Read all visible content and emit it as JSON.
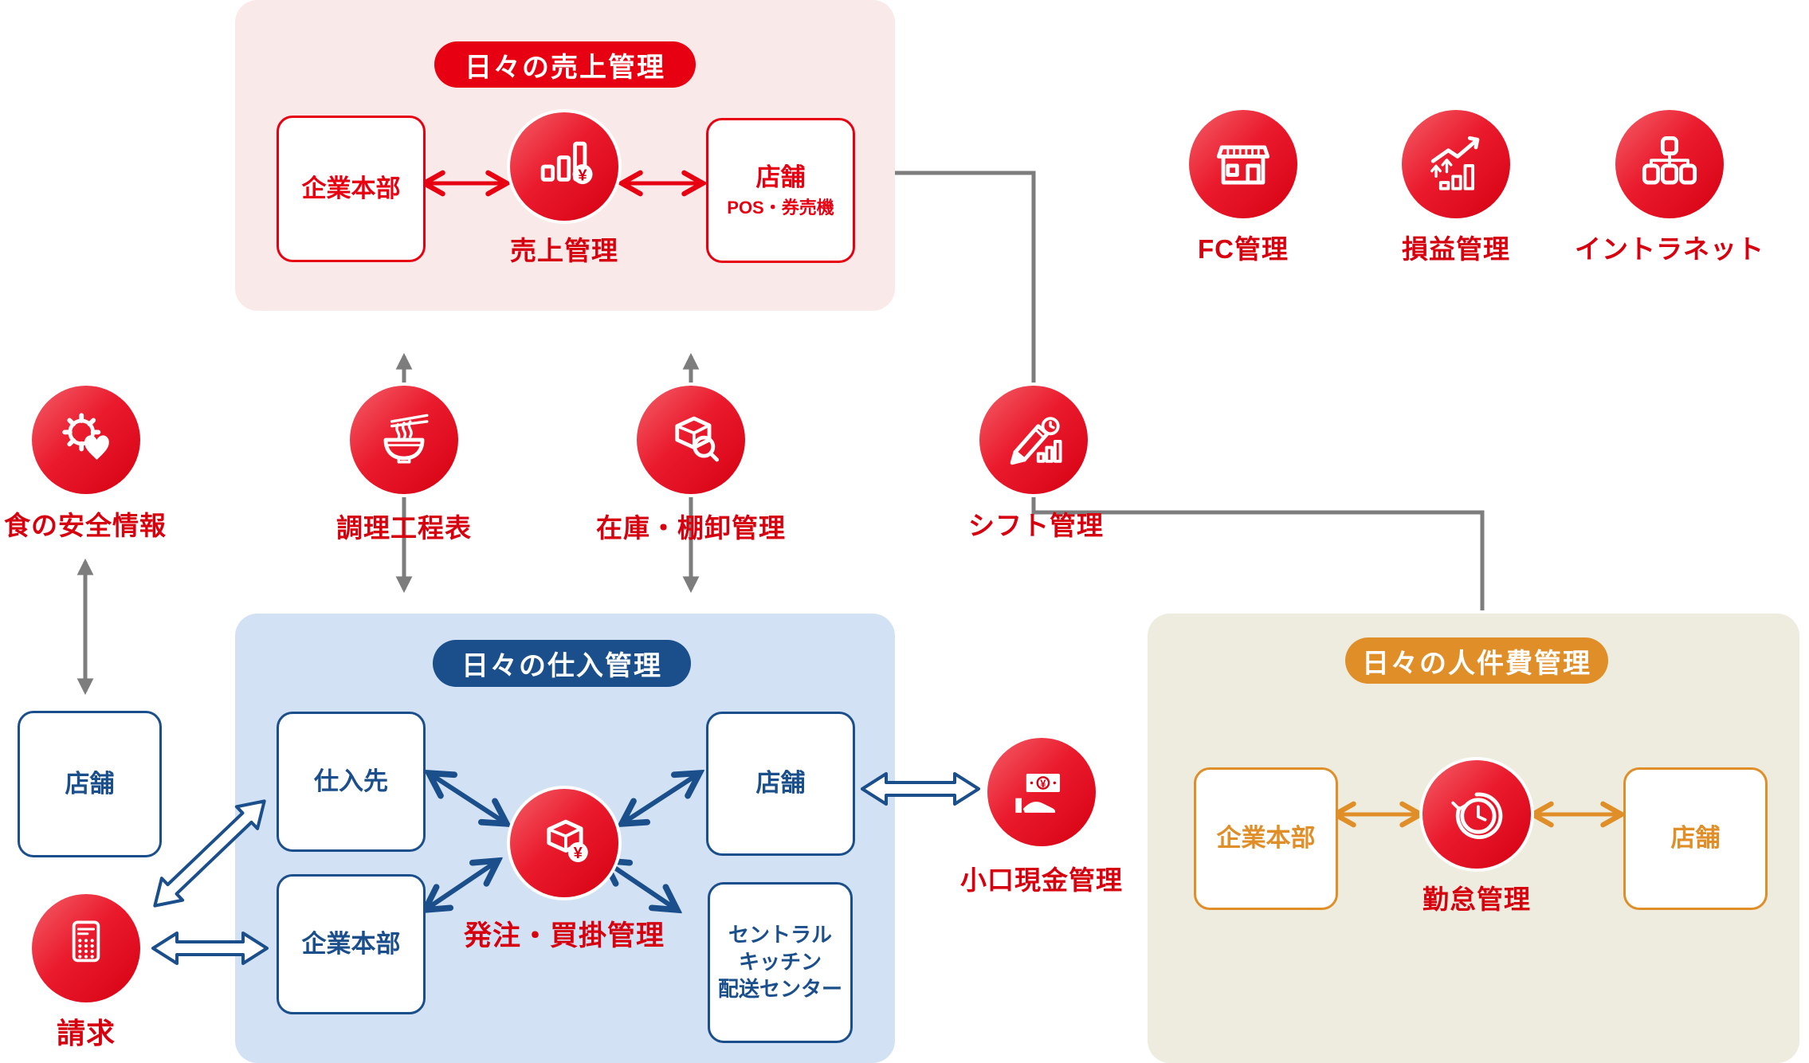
{
  "colors": {
    "red": "#e60012",
    "label_red": "#d7000f",
    "navy": "#1a4f8c",
    "orange": "#e08e28",
    "gray": "#7d7d7d",
    "pink_bg": "#fae9e9",
    "blue_bg": "#d2e2f4",
    "beige_bg": "#eeecdf"
  },
  "sections": {
    "sales": {
      "title": "日々の売上管理"
    },
    "purchase": {
      "title": "日々の仕入管理"
    },
    "labor": {
      "title": "日々の人件費管理"
    }
  },
  "boxes": {
    "sales_hq": "企業本部",
    "sales_store": "店舗",
    "sales_store_sub": "POS・券売機",
    "supplier": "仕入先",
    "purchase_hq": "企業本部",
    "purchase_store": "店舗",
    "central": {
      "l1": "セントラル",
      "l2": "キッチン",
      "l3": "配送センター"
    },
    "left_store": "店舗",
    "labor_hq": "企業本部",
    "labor_store": "店舗"
  },
  "nodes": {
    "sales_mgmt": {
      "label": "売上管理",
      "icon": "bar-chart-yen"
    },
    "fc": {
      "label": "FC管理",
      "icon": "storefront"
    },
    "profit": {
      "label": "損益管理",
      "icon": "growth-chart"
    },
    "intranet": {
      "label": "イントラネット",
      "icon": "sitemap"
    },
    "food_safety": {
      "label": "食の安全情報",
      "icon": "gear-heart"
    },
    "cooking": {
      "label": "調理工程表",
      "icon": "ramen-bowl"
    },
    "inventory": {
      "label": "在庫・棚卸管理",
      "icon": "box-magnifier"
    },
    "shift": {
      "label": "シフト管理",
      "icon": "pencil-clock"
    },
    "ordering": {
      "label": "発注・買掛管理",
      "icon": "box-yen"
    },
    "petty_cash": {
      "label": "小口現金管理",
      "icon": "cash-hand"
    },
    "billing": {
      "label": "請求",
      "icon": "calculator"
    },
    "attendance": {
      "label": "勤怠管理",
      "icon": "clock-refresh"
    }
  }
}
